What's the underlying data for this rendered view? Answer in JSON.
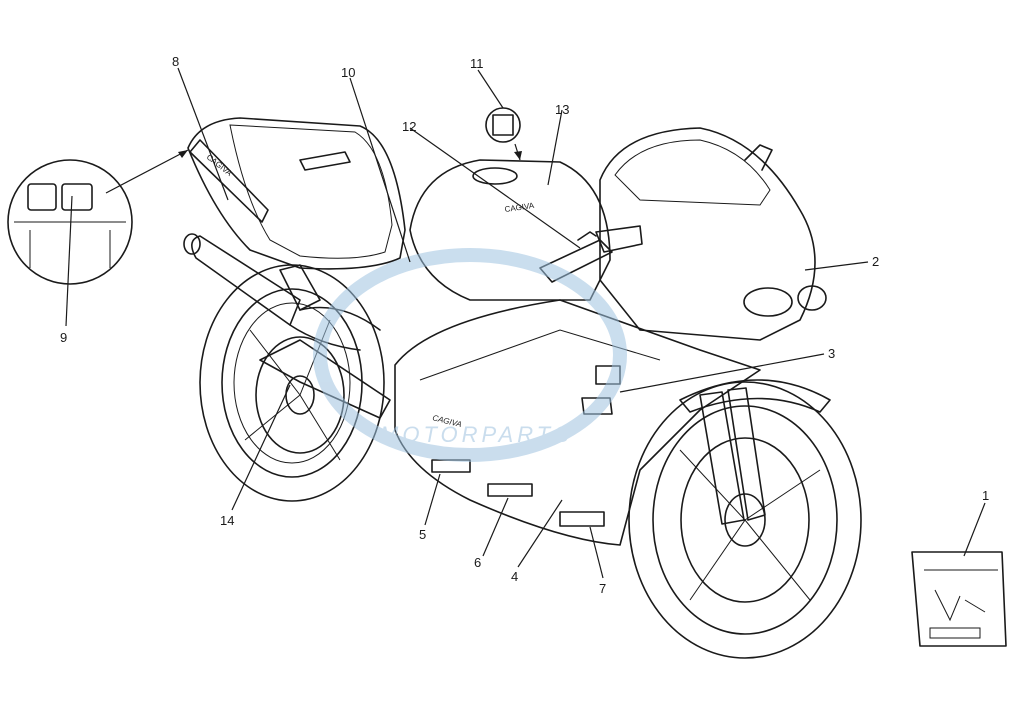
{
  "callouts": [
    {
      "id": "c1",
      "label": "1"
    },
    {
      "id": "c2",
      "label": "2"
    },
    {
      "id": "c3",
      "label": "3"
    },
    {
      "id": "c4",
      "label": "4"
    },
    {
      "id": "c5",
      "label": "5"
    },
    {
      "id": "c6",
      "label": "6"
    },
    {
      "id": "c7",
      "label": "7"
    },
    {
      "id": "c8",
      "label": "8"
    },
    {
      "id": "c9",
      "label": "9"
    },
    {
      "id": "c10",
      "label": "10"
    },
    {
      "id": "c11",
      "label": "11"
    },
    {
      "id": "c12",
      "label": "12"
    },
    {
      "id": "c13",
      "label": "13"
    },
    {
      "id": "c14",
      "label": "14"
    }
  ],
  "decals": {
    "tank_brand": "CAGIVA",
    "fairing_brand": "CAGIVA",
    "tail_brand": "CAGIVA"
  },
  "watermark": {
    "text": "MOTORPARTS",
    "color": "#9fc3e0"
  }
}
